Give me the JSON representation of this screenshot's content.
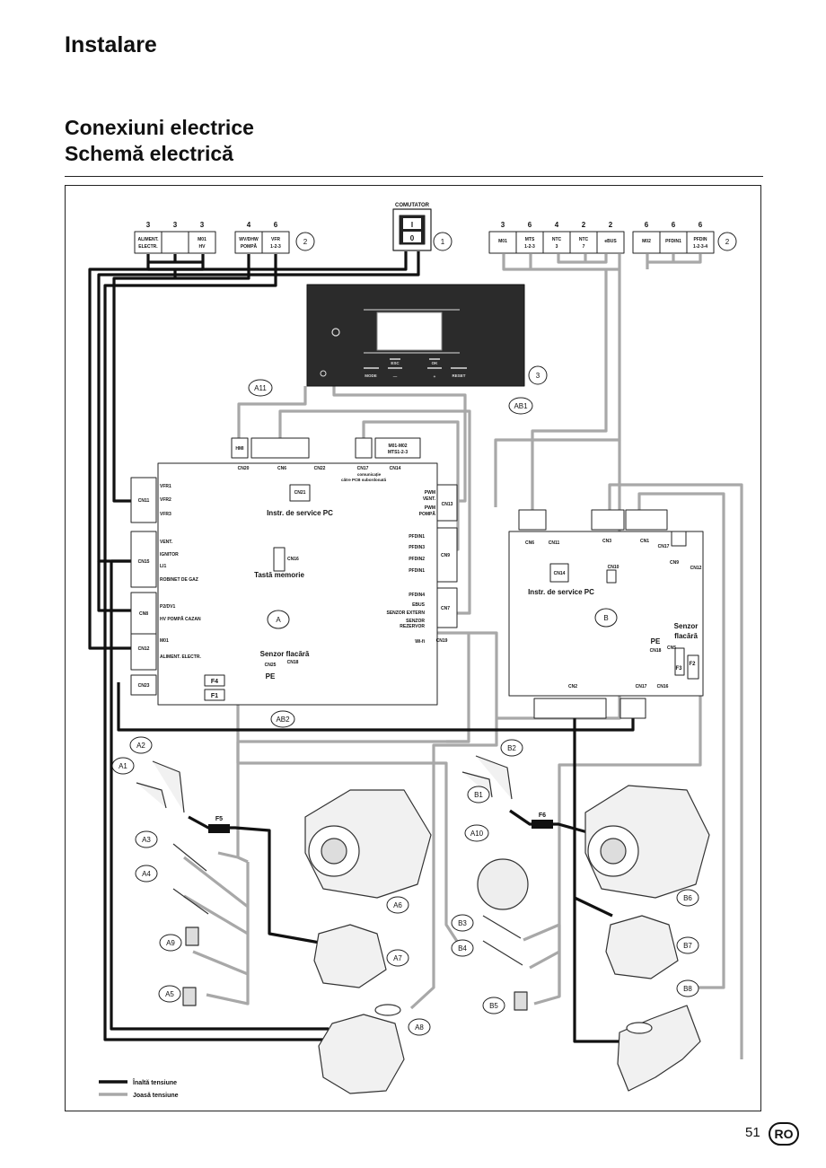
{
  "header": {
    "section": "Instalare",
    "title_line1": "Conexiuni electrice",
    "title_line2": "Schemă electrică"
  },
  "switch": {
    "title": "COMUTATOR",
    "on": "I",
    "off": "0"
  },
  "callouts": {
    "c1": "1",
    "c2a": "2",
    "c2b": "2",
    "c3": "3",
    "a11": "A11",
    "ab1": "AB1",
    "ab2": "AB2",
    "a1": "A1",
    "a2": "A2",
    "a3": "A3",
    "a4": "A4",
    "a5": "A5",
    "a6": "A6",
    "a7": "A7",
    "a8": "A8",
    "a9": "A9",
    "a10": "A10",
    "b1": "B1",
    "b2": "B2",
    "b3": "B3",
    "b4": "B4",
    "b5": "B5",
    "b6": "B6",
    "b7": "B7",
    "b8": "B8"
  },
  "left_terminals": {
    "nums": [
      "3",
      "3",
      "3",
      "4",
      "6"
    ],
    "alim1": "ALIMENT.",
    "alim2": "ELECTR.",
    "m01": "M01",
    "hv": "HV",
    "wv1": "WV/DHW",
    "wv2": "POMPĂ",
    "vfr1": "VFR",
    "vfr2": "1-2-3"
  },
  "right_terminals": {
    "nums": [
      "3",
      "6",
      "4",
      "2",
      "2",
      "6",
      "6",
      "6"
    ],
    "m01": "M01",
    "mts1": "MTS",
    "mts2": "1-2-3",
    "ntc3a": "NTC",
    "ntc3b": "3",
    "ntc7a": "NTC",
    "ntc7b": "7",
    "ebus": "eBUS",
    "m02": "M02",
    "pfdin1": "PFDIN1",
    "pfdin_a": "PFDIN",
    "pfdin_b": "1-2-3-4"
  },
  "hmi_panel": {
    "esc": "ESC",
    "ok": "OK",
    "mode": "MODE",
    "minus": "—",
    "plus": "+",
    "reset": "RESET"
  },
  "board_a": {
    "hmi": "HMI",
    "m01m02": "M01-M02",
    "mts123": "MTS1-2-3",
    "cn20": "CN20",
    "cn6": "CN6",
    "cn22": "CN22",
    "cn17": "CN17",
    "cn14": "CN14",
    "comm1": "comunicație",
    "comm2": "către PCB subordonată",
    "cn11": "CN11",
    "vfr1": "VFR1",
    "vfr2": "VFR2",
    "vfr3": "VFR3",
    "cn21": "CN21",
    "instr": "Instr. de service PC",
    "cn15": "CN15",
    "vent": "VENT.",
    "ignitor": "IGNITOR",
    "li1": "LI1",
    "robinet": "ROBINET DE GAZ",
    "cn16": "CN16",
    "tasta": "Tastă memorie",
    "cn8": "CN8",
    "p2dv1": "P2/DV1",
    "hvpompa": "HV POMPĂ CAZAN",
    "cn12": "CN12",
    "m01": "M01",
    "alim": "ALIMENT. ELECTR.",
    "cn23": "CN23",
    "f4": "F4",
    "f1": "F1",
    "senzor": "Senzor flacără",
    "cn25": "CN25",
    "cn18": "CN18",
    "pe": "PE",
    "label": "A",
    "pwm1a": "PWM",
    "pwm1b": "VENT.",
    "pwm2a": "PWM",
    "pwm2b": "POMPĂ",
    "cn13": "CN13",
    "pfdin1": "PFDIN1",
    "pfdin3": "PFDIN3",
    "pfdin2": "PFDIN2",
    "pfdin1b": "PFDIN1",
    "cn9": "CN9",
    "pfdin4": "PFDIN4",
    "ebus": "EBUS",
    "senzext": "SENZOR EXTERN",
    "senzrez1": "SENZOR",
    "senzrez2": "REZERVOR",
    "cn7": "CN7",
    "wifi": "Wi-fi",
    "cn19": "CN19"
  },
  "board_b": {
    "cn6": "CN6",
    "cn11": "CN11",
    "cn3": "CN3",
    "cn1": "CN1",
    "cn17": "CN17",
    "cn9": "CN9",
    "cn12": "CN12",
    "cn14": "CN14",
    "cn10": "CN10",
    "instr": "Instr. de service PC",
    "label": "B",
    "senzor1": "Senzor",
    "senzor2": "flacără",
    "pe": "PE",
    "cn18": "CN18",
    "cn5": "CN5",
    "f3": "F3",
    "f2": "F2",
    "cn2": "CN2",
    "cn17b": "CN17",
    "cn16": "CN16"
  },
  "fuses": {
    "f5": "F5",
    "f6": "F6"
  },
  "legend": {
    "high": "Înaltă tensiune",
    "low": "Joasă tensiune",
    "high_color": "#111111",
    "low_color": "#a8a8a8"
  },
  "page": {
    "number": "51",
    "lang": "RO"
  }
}
